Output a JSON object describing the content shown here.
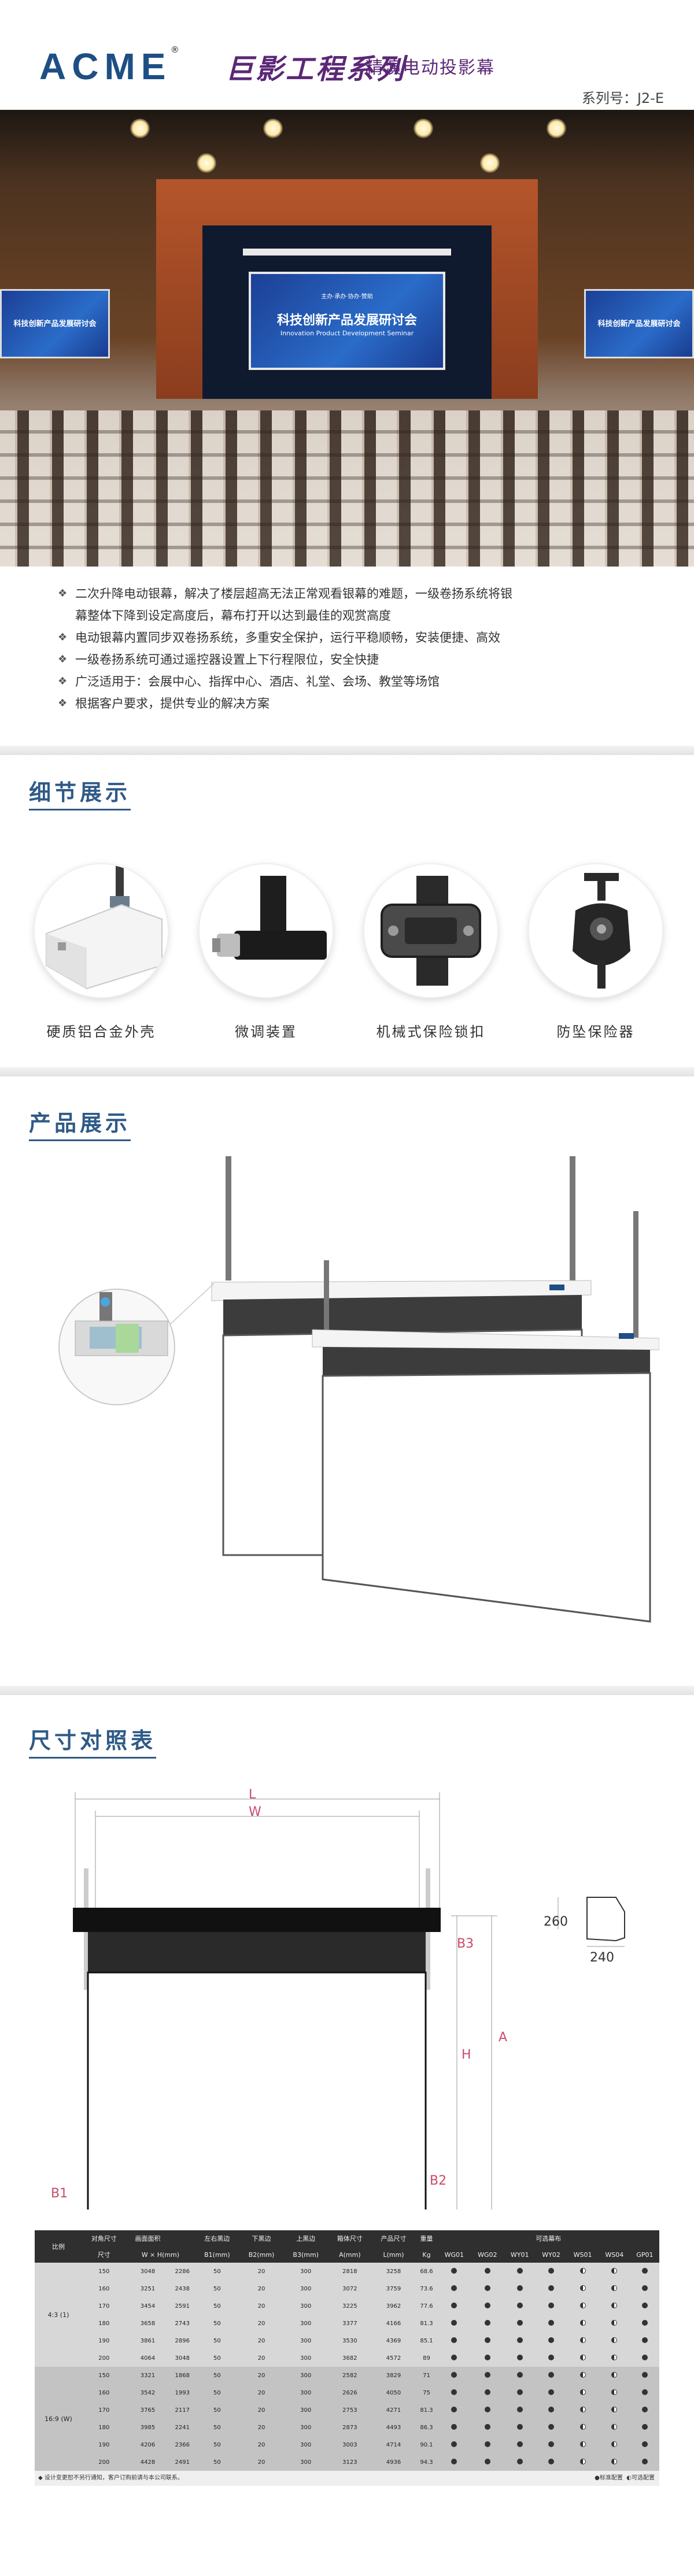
{
  "header": {
    "logo": "ACME",
    "logo_mark": "®",
    "series": "巨影工程系列",
    "product": "精演电动投影幕",
    "model": "系列号：J2-E"
  },
  "hero": {
    "screen_title": "科技创新产品发展研讨会",
    "screen_subtitle": "Innovation Product Development Seminar",
    "screen_top": "主办·承办·协办·赞助"
  },
  "features": [
    "二次升降电动银幕，解决了楼层超高无法正常观看银幕的难题，一级卷扬系统将银",
    "幕整体下降到设定高度后，幕布打开以达到最佳的观赏高度",
    "电动银幕内置同步双卷扬系统，多重安全保护，运行平稳顺畅，安装便捷、高效",
    "一级卷扬系统可通过遥控器设置上下行程限位，安全快捷",
    "广泛适用于：会展中心、指挥中心、酒店、礼堂、会场、教堂等场馆",
    "根据客户要求，提供专业的解决方案"
  ],
  "sections": {
    "details": "细节展示",
    "product": "产品展示",
    "size": "尺寸对照表"
  },
  "details": [
    {
      "label": "硬质铝合金外壳",
      "icon": "aluminum-housing-icon"
    },
    {
      "label": "微调装置",
      "icon": "fine-tuning-icon"
    },
    {
      "label": "机械式保险锁扣",
      "icon": "safety-lock-icon"
    },
    {
      "label": "防坠保险器",
      "icon": "anti-fall-icon"
    }
  ],
  "diagram": {
    "L": "L",
    "W": "W",
    "B3": "B3",
    "H": "H",
    "A": "A",
    "B1": "B1",
    "B2": "B2",
    "side_h": "260",
    "side_w": "240"
  },
  "table": {
    "headers": [
      "比例",
      "对角尺寸",
      "画面面积",
      "左右黑边",
      "下黑边",
      "上黑边",
      "箱体尺寸",
      "产品尺寸",
      "重量",
      "可选幕布"
    ],
    "subheaders": [
      "尺寸",
      "W × H(mm)",
      "B1(mm)",
      "B2(mm)",
      "B3(mm)",
      "A(mm)",
      "L(mm)",
      "Kg",
      "WG01",
      "WG02",
      "WY01",
      "WY02",
      "WS01",
      "WS04",
      "GP01"
    ],
    "groups": [
      {
        "ratio": "4:3 (1)",
        "rows": [
          [
            "150",
            "3048",
            "2286",
            "50",
            "20",
            "300",
            "2818",
            "3258",
            "68.6"
          ],
          [
            "160",
            "3251",
            "2438",
            "50",
            "20",
            "300",
            "3072",
            "3759",
            "73.6"
          ],
          [
            "170",
            "3454",
            "2591",
            "50",
            "20",
            "300",
            "3225",
            "3962",
            "77.6"
          ],
          [
            "180",
            "3658",
            "2743",
            "50",
            "20",
            "300",
            "3377",
            "4166",
            "81.3"
          ],
          [
            "190",
            "3861",
            "2896",
            "50",
            "20",
            "300",
            "3530",
            "4369",
            "85.1"
          ],
          [
            "200",
            "4064",
            "3048",
            "50",
            "20",
            "300",
            "3682",
            "4572",
            "89"
          ]
        ]
      },
      {
        "ratio": "16:9 (W)",
        "rows": [
          [
            "150",
            "3321",
            "1868",
            "50",
            "20",
            "300",
            "2582",
            "3829",
            "71"
          ],
          [
            "160",
            "3542",
            "1993",
            "50",
            "20",
            "300",
            "2626",
            "4050",
            "75"
          ],
          [
            "170",
            "3765",
            "2117",
            "50",
            "20",
            "300",
            "2753",
            "4271",
            "81.3"
          ],
          [
            "180",
            "3985",
            "2241",
            "50",
            "20",
            "300",
            "2873",
            "4493",
            "86.3"
          ],
          [
            "190",
            "4206",
            "2366",
            "50",
            "20",
            "300",
            "3003",
            "4714",
            "90.1"
          ],
          [
            "200",
            "4428",
            "2491",
            "50",
            "20",
            "300",
            "3123",
            "4936",
            "94.3"
          ]
        ]
      }
    ],
    "footnote": "◆ 设计变更恕不另行通知，客户订购前请与本公司联系。",
    "legend_std": "●标准配置",
    "legend_opt": "◐可选配置"
  }
}
